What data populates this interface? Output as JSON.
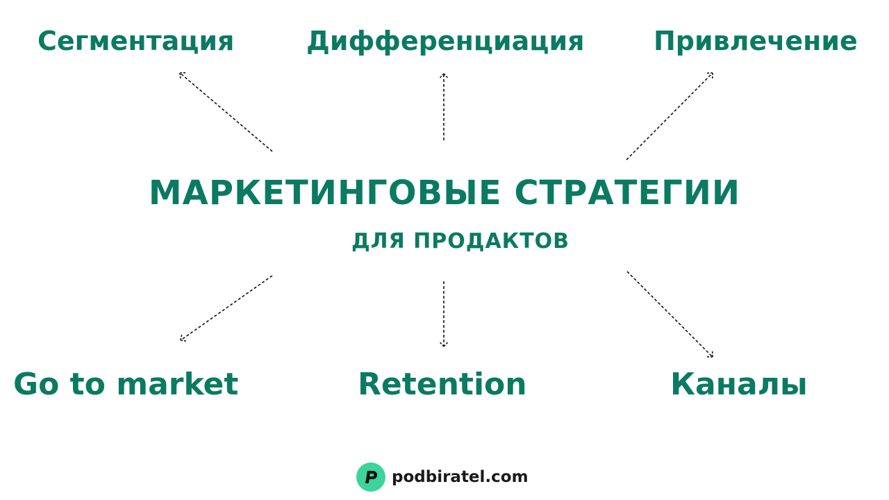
{
  "colors": {
    "accent": "#0b7a63",
    "logo_badge": "#3dd39c",
    "logo_text": "#1a1a1a",
    "arrow": "#111111"
  },
  "diagram": {
    "title": "МАРКЕТИНГОВЫЕ СТРАТЕГИИ",
    "subtitle": "ДЛЯ ПРОДАКТОВ",
    "top_labels": [
      "Сегментация",
      "Дифференциация",
      "Привлечение"
    ],
    "bottom_labels": [
      "Go to market",
      "Retention",
      "Каналы"
    ]
  },
  "footer": {
    "logo_icon": "podbiratel-logo-icon",
    "site": "podbiratel.com"
  }
}
